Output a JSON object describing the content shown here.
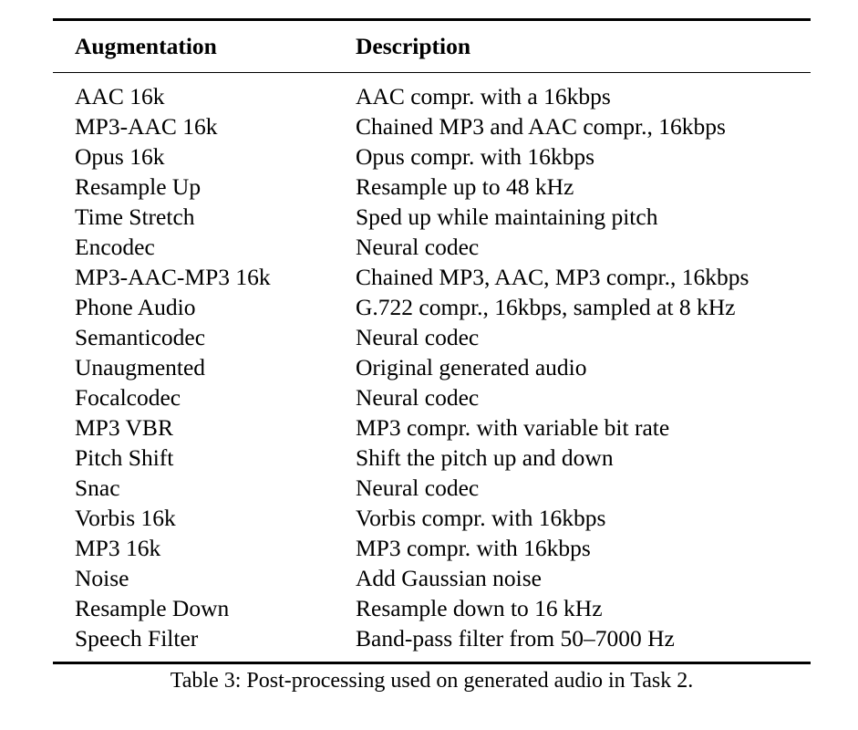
{
  "table": {
    "columns": [
      "Augmentation",
      "Description"
    ],
    "rows": [
      [
        "AAC 16k",
        "AAC compr. with a 16kbps"
      ],
      [
        "MP3-AAC 16k",
        "Chained MP3 and AAC compr., 16kbps"
      ],
      [
        "Opus 16k",
        "Opus compr. with 16kbps"
      ],
      [
        "Resample Up",
        "Resample up to 48 kHz"
      ],
      [
        "Time Stretch",
        "Sped up while maintaining pitch"
      ],
      [
        "Encodec",
        "Neural codec"
      ],
      [
        "MP3-AAC-MP3 16k",
        "Chained MP3, AAC, MP3 compr., 16kbps"
      ],
      [
        "Phone Audio",
        "G.722 compr., 16kbps, sampled at 8 kHz"
      ],
      [
        "Semanticodec",
        "Neural codec"
      ],
      [
        "Unaugmented",
        "Original generated audio"
      ],
      [
        "Focalcodec",
        "Neural codec"
      ],
      [
        "MP3 VBR",
        "MP3 compr. with variable bit rate"
      ],
      [
        "Pitch Shift",
        "Shift the pitch up and down"
      ],
      [
        "Snac",
        "Neural codec"
      ],
      [
        "Vorbis 16k",
        "Vorbis compr. with 16kbps"
      ],
      [
        "MP3 16k",
        "MP3 compr. with 16kbps"
      ],
      [
        "Noise",
        "Add Gaussian noise"
      ],
      [
        "Resample Down",
        "Resample down to 16 kHz"
      ],
      [
        "Speech Filter",
        "Band-pass filter from 50–7000 Hz"
      ]
    ]
  },
  "caption": "Table 3: Post-processing used on generated audio in Task 2."
}
